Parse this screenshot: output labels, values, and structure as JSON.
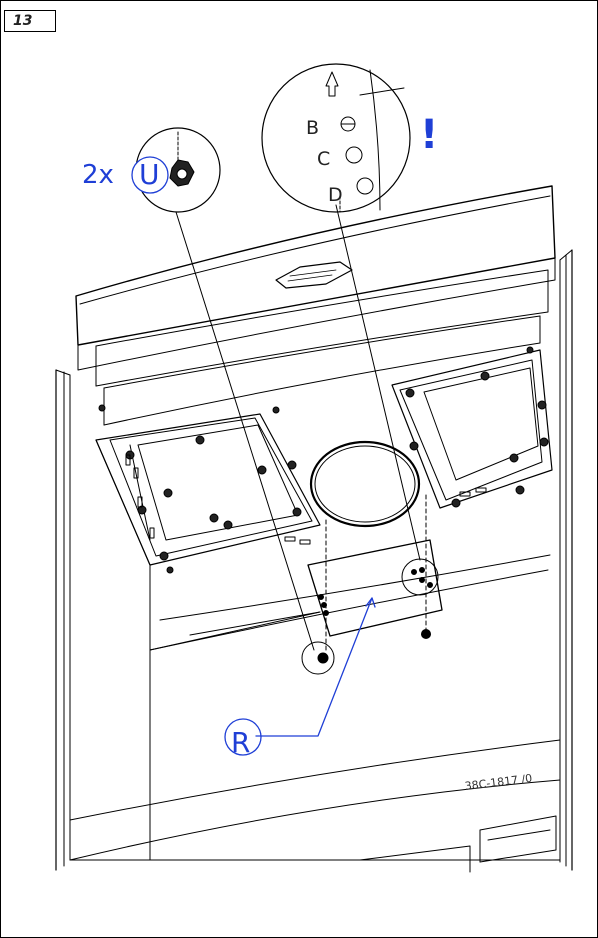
{
  "step": {
    "number": "13"
  },
  "callouts": {
    "quantity": "2x",
    "screw_label": "U",
    "plate_label": "R",
    "attention": "!",
    "hole_b": "B",
    "hole_c": "C",
    "hole_d": "D"
  },
  "drawing": {
    "part_number": "38C-1817 /0"
  },
  "colors": {
    "annotation": "#1f3fd6",
    "line": "#000000"
  }
}
